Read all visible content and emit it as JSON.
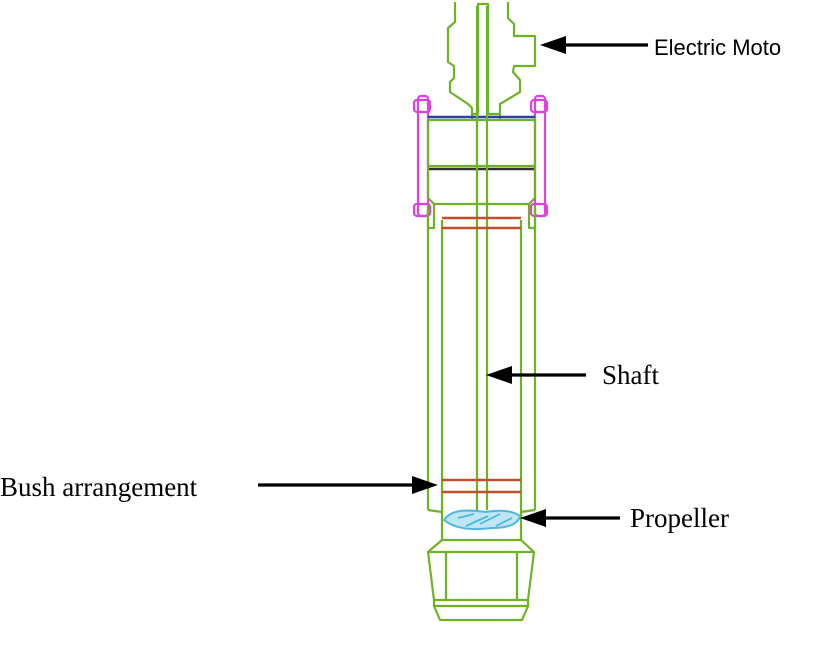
{
  "labels": {
    "electric_motor": "Electric Moto",
    "shaft": "Shaft",
    "bush_arrangement": "Bush arrangement",
    "propeller": "Propeller"
  },
  "colors": {
    "outline": "#6fb226",
    "flange": "#e040e0",
    "bush": "#c0502a",
    "propeller": "#4fb7dd",
    "gasket_blue": "#2b3fae",
    "gasket_dark": "#333333",
    "arrow": "#000000"
  }
}
